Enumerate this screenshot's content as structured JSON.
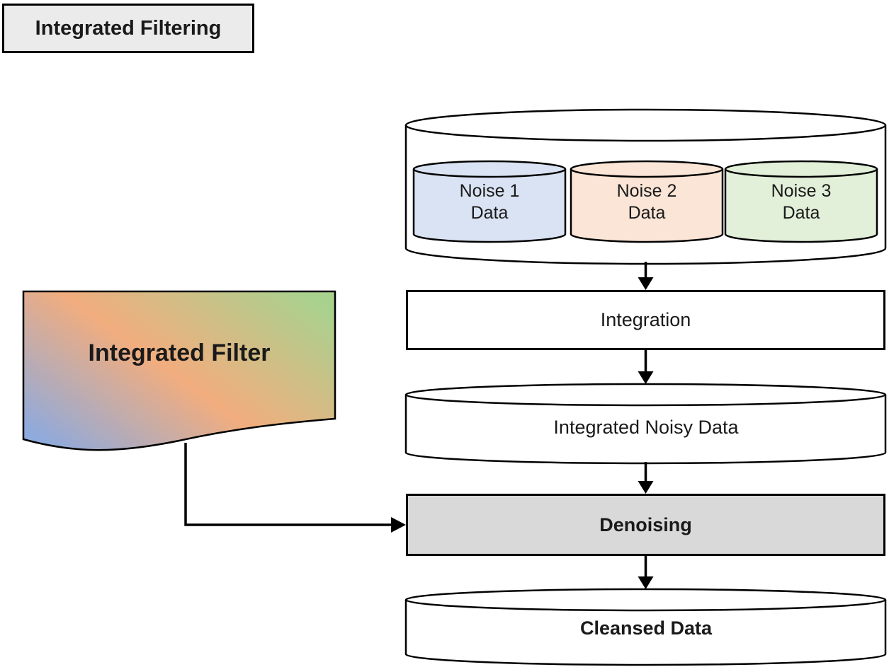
{
  "diagram": {
    "title": "Integrated Filtering",
    "filter": {
      "label": "Integrated Filter",
      "gradient": [
        "#8faadc",
        "#f2ad7e",
        "#a9d18e"
      ]
    },
    "noise_store": {
      "cylinders": [
        {
          "label": "Noise 1\nData",
          "color": "#dae3f3"
        },
        {
          "label": "Noise 2\nData",
          "color": "#fbe5d6"
        },
        {
          "label": "Noise 3\nData",
          "color": "#e2efd9"
        }
      ]
    },
    "steps": {
      "integration": "Integration",
      "integrated_noisy_data": "Integrated Noisy Data",
      "denoising": "Denoising",
      "cleansed_data": "Cleansed Data"
    },
    "colors": {
      "outline": "#000000",
      "title_fill": "#ebebeb",
      "denoising_fill": "#d9d9d9",
      "cylinder_fill": "#ffffff"
    }
  }
}
